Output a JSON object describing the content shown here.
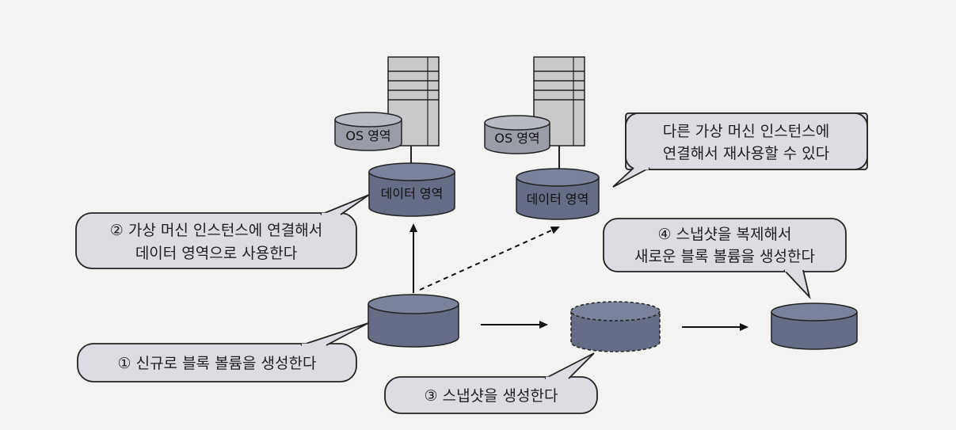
{
  "labels": {
    "os_area": "OS 영역",
    "data_area": "데이터 영역"
  },
  "callouts": {
    "step1": "① 신규로 블록 볼륨을 생성한다",
    "step2_line1": "② 가상 머신 인스턴스에 연결해서",
    "step2_line2": "데이터 영역으로 사용한다",
    "step3": "③ 스냅샷을 생성한다",
    "step4_line1": "④ 스냅샷을 복제해서",
    "step4_line2": "새로운 블록 볼륨을 생성한다",
    "reuse_line1": "다른 가상 머신 인스턴스에",
    "reuse_line2": "연결해서 재사용할 수 있다"
  },
  "colors": {
    "background": "#f3f3f1",
    "bubble_fill": "#dcdde2",
    "disk_fill": "#646c86",
    "disk_top": "#7a829c",
    "os_disk_fill": "#9a9ca8",
    "server_fill": "#c9c9cc",
    "outline": "#222222"
  }
}
